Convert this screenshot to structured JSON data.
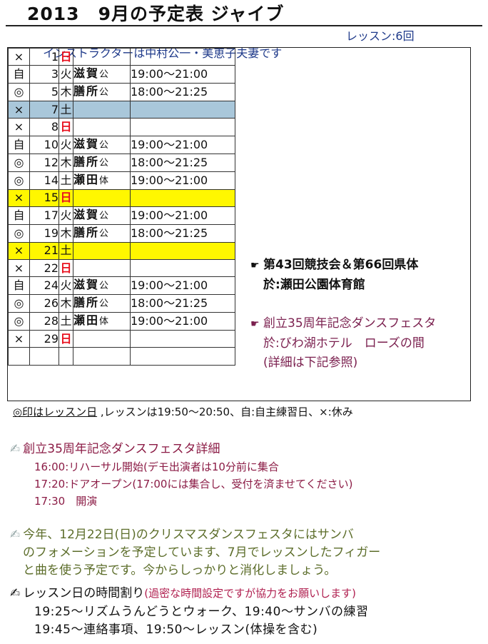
{
  "header": {
    "title": "2013　9月の予定表 ジャイブ",
    "instructors": "インストラクターは中村公一・美恵子夫妻です",
    "lessons": "レッスン:6回"
  },
  "schedule": [
    {
      "mark": "×",
      "day": "1",
      "weekday": "日",
      "place": "",
      "tag": "",
      "time": "",
      "sun": true,
      "bg": ""
    },
    {
      "mark": "自",
      "day": "3",
      "weekday": "火",
      "place": "滋賀",
      "tag": "公",
      "time": "19:00～21:00",
      "sun": false,
      "bg": ""
    },
    {
      "mark": "◎",
      "day": "5",
      "weekday": "木",
      "place": "膳所",
      "tag": "公",
      "time": "18:00～21:25",
      "sun": false,
      "bg": ""
    },
    {
      "mark": "×",
      "day": "7",
      "weekday": "土",
      "place": "",
      "tag": "",
      "time": "",
      "sun": false,
      "bg": "blue"
    },
    {
      "mark": "×",
      "day": "8",
      "weekday": "日",
      "place": "",
      "tag": "",
      "time": "",
      "sun": true,
      "bg": ""
    },
    {
      "mark": "自",
      "day": "10",
      "weekday": "火",
      "place": "滋賀",
      "tag": "公",
      "time": "19:00～21:00",
      "sun": false,
      "bg": ""
    },
    {
      "mark": "◎",
      "day": "12",
      "weekday": "木",
      "place": "膳所",
      "tag": "公",
      "time": "18:00～21:25",
      "sun": false,
      "bg": ""
    },
    {
      "mark": "◎",
      "day": "14",
      "weekday": "土",
      "place": "瀬田",
      "tag": "体",
      "time": "19:00～21:00",
      "sun": false,
      "bg": ""
    },
    {
      "mark": "×",
      "day": "15",
      "weekday": "日",
      "place": "",
      "tag": "",
      "time": "",
      "sun": true,
      "bg": "yellow"
    },
    {
      "mark": "自",
      "day": "17",
      "weekday": "火",
      "place": "滋賀",
      "tag": "公",
      "time": "19:00～21:00",
      "sun": false,
      "bg": ""
    },
    {
      "mark": "◎",
      "day": "19",
      "weekday": "木",
      "place": "膳所",
      "tag": "公",
      "time": "18:00～21:25",
      "sun": false,
      "bg": ""
    },
    {
      "mark": "×",
      "day": "21",
      "weekday": "土",
      "place": "",
      "tag": "",
      "time": "",
      "sun": false,
      "bg": "yellow"
    },
    {
      "mark": "×",
      "day": "22",
      "weekday": "日",
      "place": "",
      "tag": "",
      "time": "",
      "sun": true,
      "bg": ""
    },
    {
      "mark": "自",
      "day": "24",
      "weekday": "火",
      "place": "滋賀",
      "tag": "公",
      "time": "19:00～21:00",
      "sun": false,
      "bg": ""
    },
    {
      "mark": "◎",
      "day": "26",
      "weekday": "木",
      "place": "膳所",
      "tag": "公",
      "time": "18:00～21:25",
      "sun": false,
      "bg": ""
    },
    {
      "mark": "◎",
      "day": "28",
      "weekday": "土",
      "place": "瀬田",
      "tag": "体",
      "time": "19:00～21:00",
      "sun": false,
      "bg": ""
    },
    {
      "mark": "×",
      "day": "29",
      "weekday": "日",
      "place": "",
      "tag": "",
      "time": "",
      "sun": true,
      "bg": ""
    }
  ],
  "events": {
    "e1_line1": "第43回競技会＆第66回県体",
    "e1_line2": "於:瀬田公園体育館",
    "e2_line1": "創立35周年記念ダンスフェスタ",
    "e2_line2": "於:びわ湖ホテル　ローズの間",
    "e2_line3": "(詳細は下記参照)"
  },
  "legend": {
    "part1": "◎印はレッスン日",
    "part2": " ,レッスンは19:50～20:50、自:自主練習日、×:休み"
  },
  "festa": {
    "title": "創立35周年記念ダンスフェスタ詳細",
    "l1": "16:00:リハーサル開始(デモ出演者は10分前に集合",
    "l2": "17:20:ドアオープン(17:00には集合し、受付を済ませてください)",
    "l3": "17:30　開演"
  },
  "xmas": {
    "l1": "今年、12月22日(日)のクリスマスダンスフェスタにはサンバ",
    "l2": "のフォメーションを予定しています、7月でレッスンしたフィガー",
    "l3": "と曲を使う予定です。今からしっかりと消化しましょう。"
  },
  "timetable": {
    "title": "レッスン日の時間割り",
    "note": "(過密な時間設定ですが協力をお願いします)",
    "l1": "19:25～リズムうんどうとウォーク、19:40～サンバの練習",
    "l2": "19:45～連絡事項、19:50～レッスン(体操を含む)"
  },
  "icons": {
    "hand": "pointing-hand-icon",
    "pen": "pen-icon"
  },
  "colors": {
    "sunday": "#e8101e",
    "blue_row": "#a9c7da",
    "yellow_row": "#fff700"
  }
}
